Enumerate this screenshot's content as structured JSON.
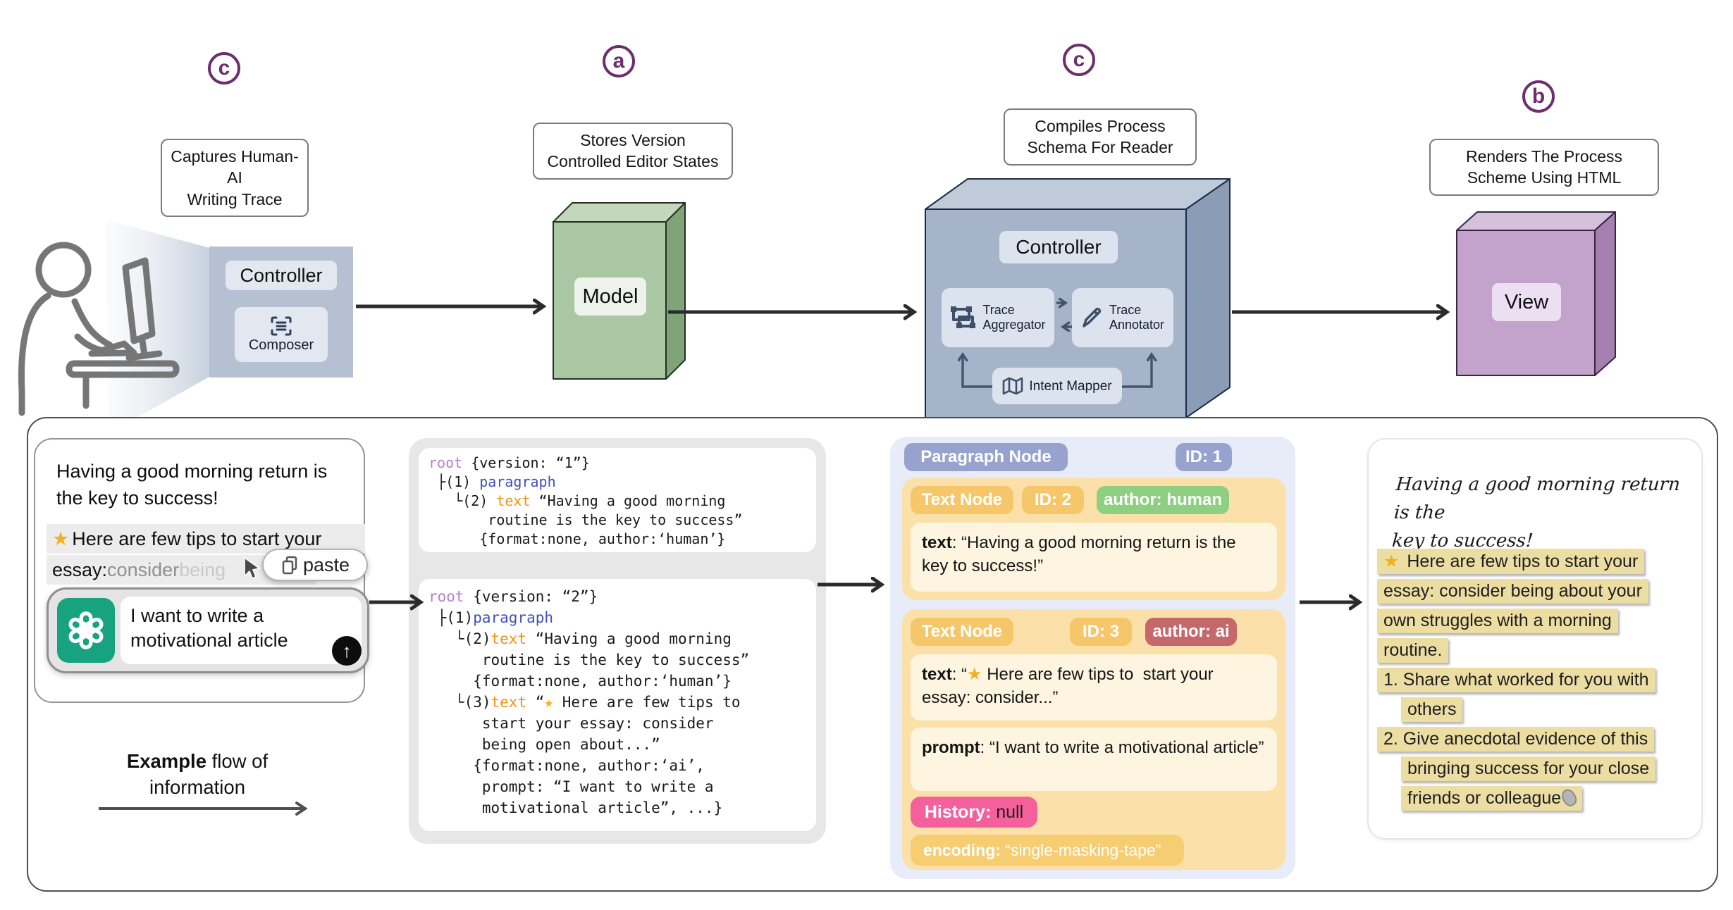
{
  "colors": {
    "badge_purple": "#6b2f6d",
    "controller_box": "#b5c1d2",
    "model_front": "#a9c7a2",
    "controller2_front": "#a6b4ca",
    "view_front": "#c3a3cc",
    "code_purple": "#b87fc9",
    "code_blue": "#4150b5",
    "code_orange": "#ef9413",
    "node_card_yellow": "#fbe1a9",
    "badge_yellow": "#f6c76a",
    "badge_green": "#8ecf81",
    "badge_red": "#c4686c",
    "badge_pink": "#f4609b",
    "panel3_bg": "#e7ecf8",
    "highlight_yellow": "#ecdda2",
    "chatgpt_green": "#17a380"
  },
  "steps": [
    {
      "badge": "c",
      "caption": "Captures Human-AI\nWriting Trace"
    },
    {
      "badge": "a",
      "caption": "Stores Version\nControlled Editor States"
    },
    {
      "badge": "c",
      "caption": "Compiles Process\nSchema For Reader"
    },
    {
      "badge": "b",
      "caption": "Renders The Process\nScheme Using HTML"
    }
  ],
  "mvc": {
    "controller1": "Controller",
    "composer": "Composer",
    "model": "Model",
    "controller2": "Controller",
    "trace_aggregator": "Trace\nAggregator",
    "trace_annotator": "Trace\nAnnotator",
    "intent_mapper": "Intent Mapper",
    "view": "View"
  },
  "example": {
    "doc_text": "Having a good morning return is\nthe key to success!",
    "star": "★",
    "hl_line1": " Here are few tips to start your",
    "hl2_dark": "essay: ",
    "hl2_mid": "consider ",
    "hl2_faint": "being",
    "paste_label": "paste",
    "prompt_text": "I want to write a\nmotivational article",
    "send_arrow": "↑",
    "caption_bold": "Example",
    "caption_rest": " flow of",
    "caption_line2": "information"
  },
  "code": {
    "block1": [
      [
        {
          "t": "root",
          "c": "p"
        },
        {
          "t": " {version: “1”}",
          "c": "k"
        }
      ],
      [
        {
          "t": " ├(1) ",
          "c": "k"
        },
        {
          "t": "paragraph",
          "c": "b"
        }
      ],
      [
        {
          "t": "   └(2) ",
          "c": "k"
        },
        {
          "t": "text",
          "c": "o"
        },
        {
          "t": " “Having a good morning",
          "c": "k"
        }
      ],
      [
        {
          "t": "       routine is the key to success”",
          "c": "k"
        }
      ],
      [
        {
          "t": "      {format:none, author:‘human’}",
          "c": "k"
        }
      ]
    ],
    "block2": [
      [
        {
          "t": "root",
          "c": "p"
        },
        {
          "t": " {version: “2”}",
          "c": "k"
        }
      ],
      [
        {
          "t": " ├(1)",
          "c": "k"
        },
        {
          "t": "paragraph",
          "c": "b"
        }
      ],
      [
        {
          "t": "   └(2)",
          "c": "k"
        },
        {
          "t": "text",
          "c": "o"
        },
        {
          "t": " “Having a good morning",
          "c": "k"
        }
      ],
      [
        {
          "t": "      routine is the key to success”",
          "c": "k"
        }
      ],
      [
        {
          "t": "     {format:none, author:‘human’}",
          "c": "k"
        }
      ],
      [
        {
          "t": "   └(3)",
          "c": "k"
        },
        {
          "t": "text",
          "c": "o"
        },
        {
          "t": " “",
          "c": "k"
        },
        {
          "t": "★",
          "c": "s"
        },
        {
          "t": " Here are few tips to",
          "c": "k"
        }
      ],
      [
        {
          "t": "      start your essay: consider",
          "c": "k"
        }
      ],
      [
        {
          "t": "      being open about...”",
          "c": "k"
        }
      ],
      [
        {
          "t": "     {format:none, author:‘ai’,",
          "c": "k"
        }
      ],
      [
        {
          "t": "      prompt: “I want to write a",
          "c": "k"
        }
      ],
      [
        {
          "t": "      motivational article”, ...}",
          "c": "k"
        }
      ]
    ]
  },
  "schema": {
    "paragraph_node": "Paragraph Node",
    "id1": "ID: 1",
    "text_node1": "Text Node",
    "id2": "ID: 2",
    "author_human": "author: human",
    "text1_key": "text",
    "text1_val": ": “Having a good morning return is the key to success!”",
    "text_node2": "Text Node",
    "id3": "ID: 3",
    "author_ai": "author: ai",
    "text2_key": "text",
    "text2_pre": ": “",
    "text2_star": "★",
    "text2_post": " Here are few tips to  start your essay: consider...”",
    "prompt_key": "prompt",
    "prompt_val": ": “I want to write a motivational article”",
    "history_key": "History:",
    "history_val": " null",
    "encoding_key": "encoding:",
    "encoding_val": " “single-masking-tape”"
  },
  "rendered": {
    "handwriting": "Having a good morning return is the\nkey to success!",
    "star": "★",
    "lines": [
      {
        "text": " Here are few tips to start your",
        "indent": 0,
        "star": true
      },
      {
        "text": "essay: consider being about your",
        "indent": 0
      },
      {
        "text": "own struggles with a morning",
        "indent": 0
      },
      {
        "text": "routine.",
        "indent": 0
      },
      {
        "text": "1. Share what worked for you with",
        "indent": 0
      },
      {
        "text": "others",
        "indent": 1
      },
      {
        "text": "2. Give anecdotal evidence of this",
        "indent": 0
      },
      {
        "text": "bringing success for your close",
        "indent": 1
      },
      {
        "text": "friends or colleague",
        "indent": 1,
        "pen": true
      }
    ]
  }
}
